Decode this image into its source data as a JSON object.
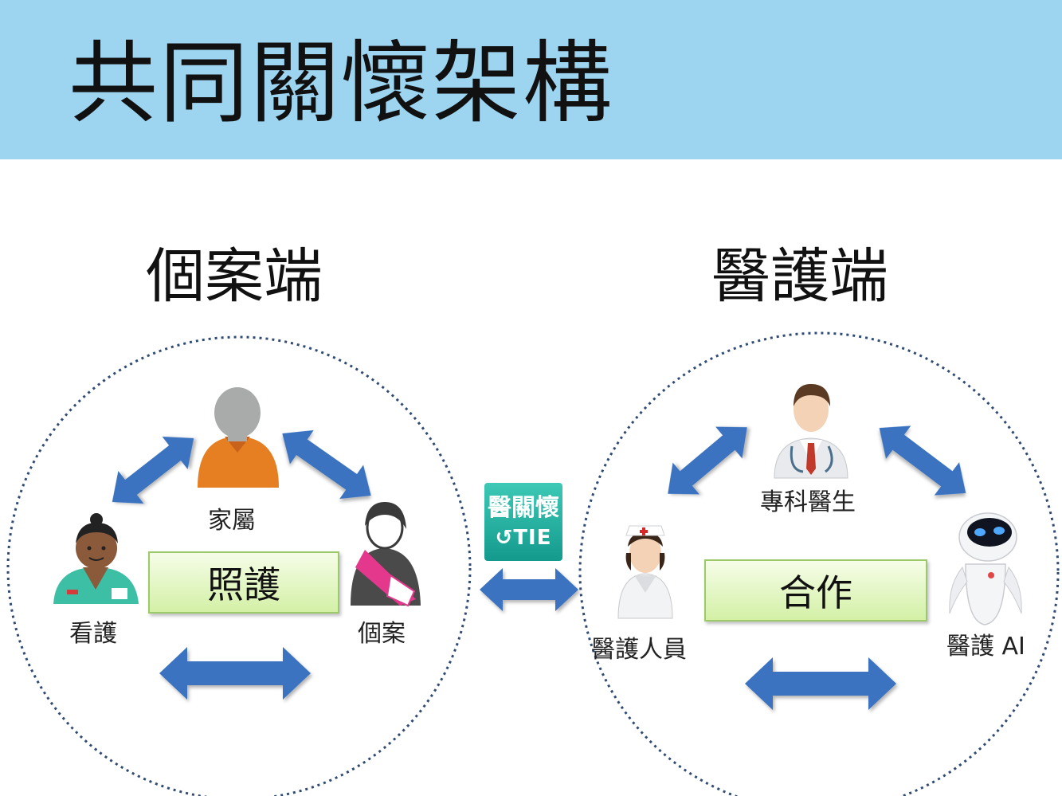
{
  "header": {
    "title": "共同關懷架構"
  },
  "patient_side": {
    "title": "個案端",
    "box_label": "照護",
    "nodes": {
      "family": "家屬",
      "caregiver": "看護",
      "patient": "個案"
    }
  },
  "medical_side": {
    "title": "醫護端",
    "box_label": "合作",
    "nodes": {
      "specialist": "專科醫生",
      "medical_staff": "醫護人員",
      "ai": "醫護 AI"
    }
  },
  "bridge": {
    "badge_line1": "醫關懷",
    "badge_line2": "TIE"
  },
  "colors": {
    "header_bg": "#9dd4f0",
    "arrow": "#3b73c0",
    "circle_border": "#2f4a73",
    "box_fill": "#d3f0a6",
    "badge": "#1fae9e"
  }
}
